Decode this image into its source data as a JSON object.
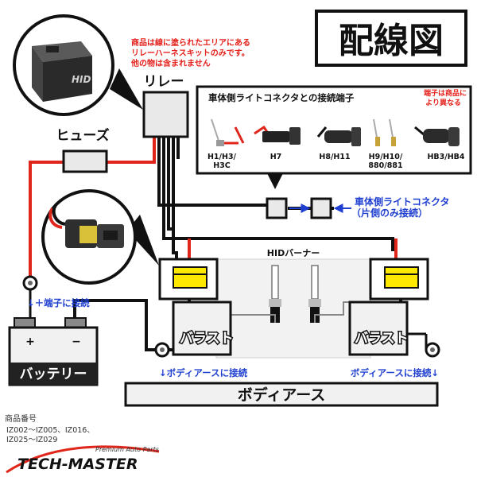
{
  "title": "配線図",
  "notice": {
    "line1": "商品は線に塗られたエリアにある",
    "line2": "リレーハーネスキットのみです。",
    "line3": "他の物は含まれません"
  },
  "labels": {
    "relay": "リレー",
    "fuse": "ヒューズ",
    "battery": "バッテリー",
    "battery_plus": "+",
    "battery_minus": "−",
    "plus_terminal": "↓＋端子に接続",
    "ballast_left": "バラスト",
    "ballast_right": "バラスト",
    "hid_burner": "HIDバーナー",
    "body_earth": "ボディアース",
    "body_connect_left": "↓ボディアースに接続",
    "body_connect_right": "ボディアースに接続↓",
    "vehicle_connector_line1": "車体側ライトコネクタ",
    "vehicle_connector_line2": "（片側のみ接続）"
  },
  "connector_panel": {
    "title": "車体側ライトコネクタとの接続端子",
    "note_line1": "端子は商品に",
    "note_line2": "より異なる",
    "types": [
      {
        "line1": "H1/H3/",
        "line2": "H3C"
      },
      {
        "line1": "H7",
        "line2": ""
      },
      {
        "line1": "H8/H11",
        "line2": ""
      },
      {
        "line1": "H9/H10/",
        "line2": "880/881"
      },
      {
        "line1": "HB3/HB4",
        "line2": ""
      }
    ]
  },
  "hid_logo": "HID",
  "product": {
    "label": "商品番号",
    "line1": "IZ002～IZ005、IZ016、",
    "line2": "IZ025～IZ029"
  },
  "brand": {
    "tagline": "Premium Auto Parts",
    "name": "TECH-MASTER"
  },
  "colors": {
    "wire_red": "#e0261b",
    "wire_black": "#111111",
    "arrow_blue": "#1f3fd1",
    "notice_red": "#e5211b",
    "highlight_yellow": "#ffe800"
  }
}
